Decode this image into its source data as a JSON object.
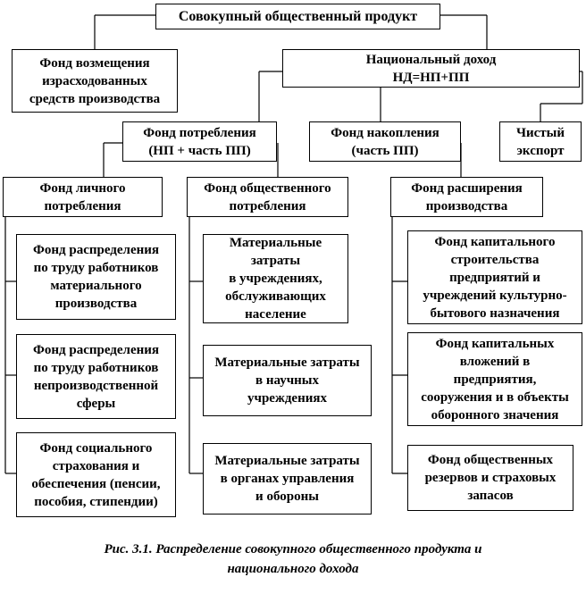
{
  "nodes": {
    "total": "Совокупный общественный продукт",
    "replacement_fund": "Фонд возмещения\nизрасходованных\nсредств производства",
    "national_income": "Национальный доход\nНД=НП+ПП",
    "consumption_fund": "Фонд потребления\n(НП + часть ПП)",
    "accumulation_fund": "Фонд накопления\n(часть ПП)",
    "net_export": "Чистый\nэкспорт",
    "personal_consumption": "Фонд личного\nпотребления",
    "public_consumption": "Фонд общественного\nпотребления",
    "production_expansion": "Фонд расширения\nпроизводства",
    "labor_material": "Фонд распределения\nпо труду работников\nматериального\nпроизводства",
    "labor_nonproductive": "Фонд распределения\nпо труду работников\nнепроизводственной\nсферы",
    "social_insurance": "Фонд социального\nстрахования и\nобеспечения (пенсии,\nпособия, стипендии)",
    "material_institutions": "Материальные затраты\nв учреждениях,\nобслуживающих\nнаселение",
    "material_science": "Материальные затраты\nв научных\nучреждениях",
    "material_government": "Материальные затраты\nв органах управления\nи обороны",
    "capital_construction": "Фонд капитального\nстроительства\nпредприятий и\nучреждений культурно-\nбытового назначения",
    "capital_investment": "Фонд капитальных\nвложений в\nпредприятия,\nсооружения и в объекты\nоборонного значения",
    "public_reserves": "Фонд общественных\nрезервов и страховых\nзапасов"
  },
  "caption": "Рис. 3.1. Распределение совокупного общественного продукта и\nнационального дохода"
}
